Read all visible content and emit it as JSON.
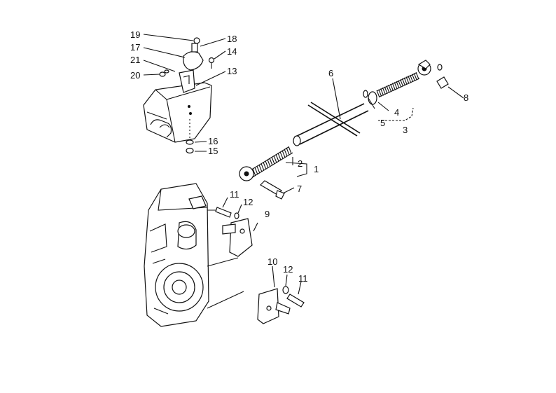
{
  "callouts": [
    {
      "id": "c1",
      "text": "1"
    },
    {
      "id": "c2",
      "text": "2"
    },
    {
      "id": "c3",
      "text": "3"
    },
    {
      "id": "c4",
      "text": "4"
    },
    {
      "id": "c5",
      "text": "5"
    },
    {
      "id": "c6",
      "text": "6"
    },
    {
      "id": "c7",
      "text": "7"
    },
    {
      "id": "c8",
      "text": "8"
    },
    {
      "id": "c9",
      "text": "9"
    },
    {
      "id": "c10",
      "text": "10"
    },
    {
      "id": "c11a",
      "text": "11"
    },
    {
      "id": "c11b",
      "text": "11"
    },
    {
      "id": "c12a",
      "text": "12"
    },
    {
      "id": "c12b",
      "text": "12"
    },
    {
      "id": "c13",
      "text": "13"
    },
    {
      "id": "c14",
      "text": "14"
    },
    {
      "id": "c15",
      "text": "15"
    },
    {
      "id": "c16",
      "text": "16"
    },
    {
      "id": "c17",
      "text": "17"
    },
    {
      "id": "c18",
      "text": "18"
    },
    {
      "id": "c19",
      "text": "19"
    },
    {
      "id": "c20",
      "text": "20"
    },
    {
      "id": "c21",
      "text": "21"
    }
  ]
}
